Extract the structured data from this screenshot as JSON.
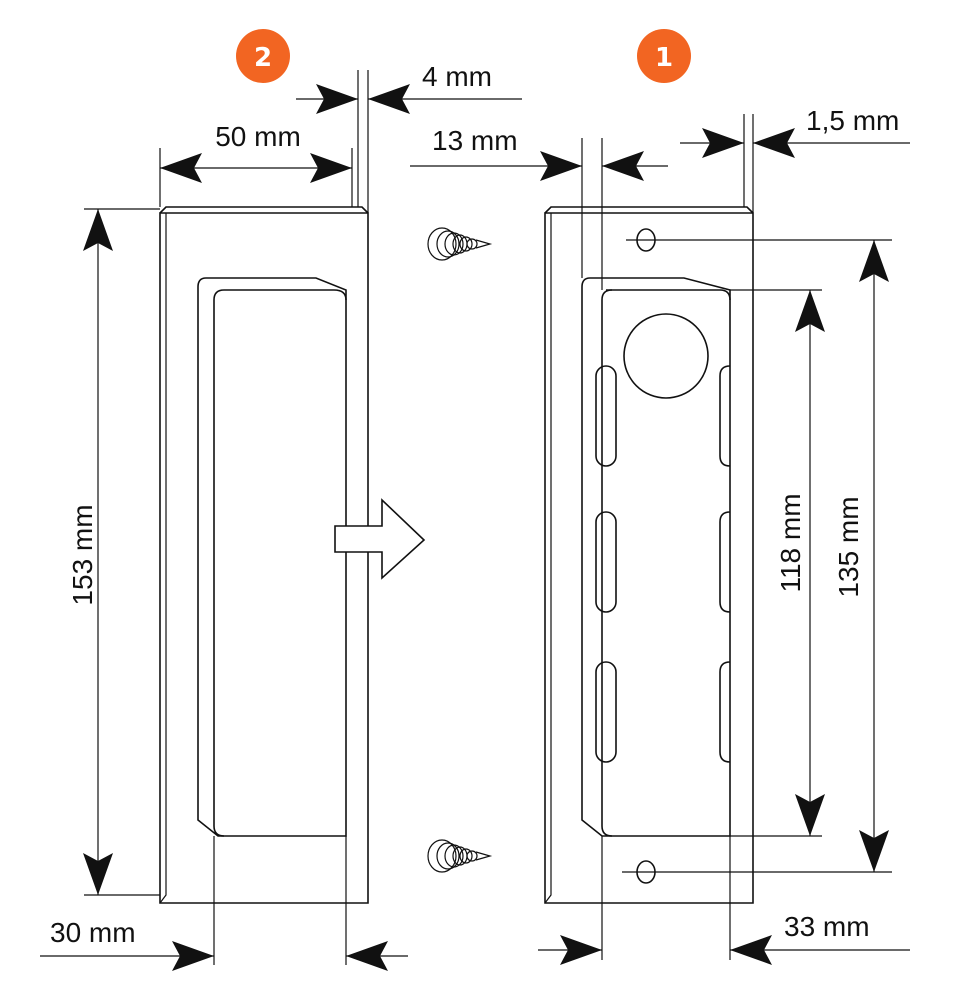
{
  "badges": {
    "left": "2",
    "right": "1",
    "color": "#F26522"
  },
  "dimensions": {
    "top_left_gap": "4 mm",
    "width_left": "50 mm",
    "height_left": "153 mm",
    "bottom_left": "30 mm",
    "top_right_13": "13 mm",
    "top_right_1_5": "1,5 mm",
    "inner_height": "118 mm",
    "hole_spacing": "135 mm",
    "bottom_right": "33 mm"
  },
  "icons": {
    "screw_top": "screw-icon",
    "screw_bottom": "screw-icon",
    "assembly_arrow": "arrow-right-icon"
  }
}
